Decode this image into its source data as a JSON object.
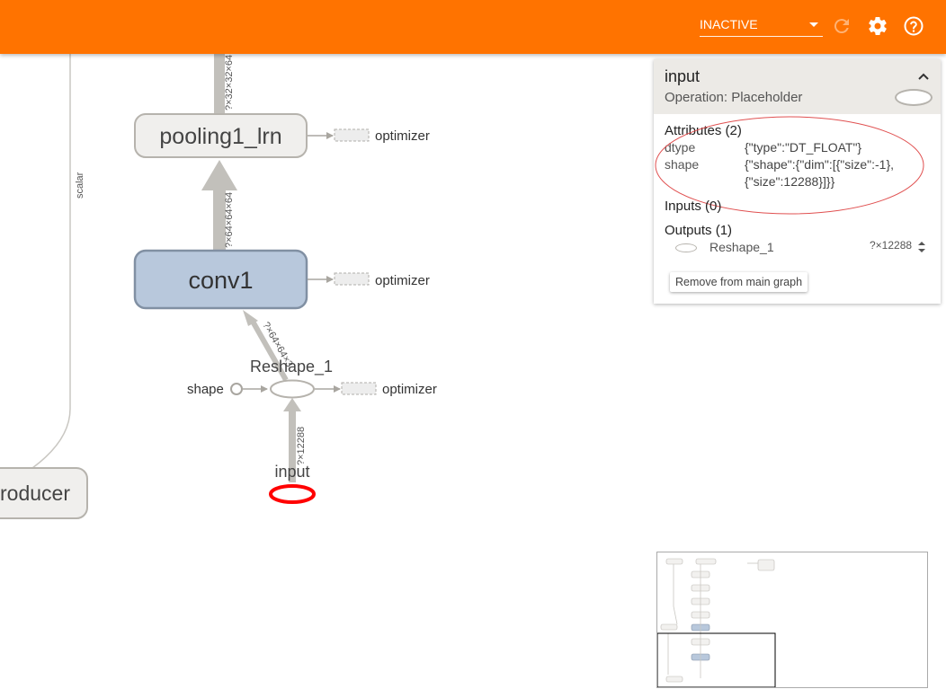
{
  "toolbar": {
    "run_select": "INACTIVE",
    "reload_icon": "refresh-icon",
    "settings_icon": "gear-icon",
    "help_icon": "help-icon"
  },
  "graph": {
    "nodes": {
      "pooling": "pooling1_lrn",
      "conv": "conv1",
      "reshape": "Reshape_1",
      "input": "input",
      "producer": "roducer",
      "shape": "shape"
    },
    "edges": {
      "top": "?×32×32×64",
      "pool_conv": "?×64×64×64",
      "conv_reshape": "?×64×64×3",
      "input_reshape": "?×12288",
      "scalar": "scalar"
    },
    "optimizer_label": "optimizer"
  },
  "info": {
    "title": "input",
    "subtitle": "Operation: Placeholder",
    "attributes_title": "Attributes (2)",
    "attrs": [
      {
        "key": "dtype",
        "value_lines": [
          "{\"type\":\"DT_FLOAT\"}"
        ]
      },
      {
        "key": "shape",
        "value_lines": [
          "{\"shape\":{\"dim\":[{\"size\":-1},",
          "{\"size\":12288}]}}"
        ]
      }
    ],
    "inputs_title": "Inputs (0)",
    "outputs_title": "Outputs (1)",
    "output": {
      "name": "Reshape_1",
      "shape": "?×12288"
    },
    "remove_button": "Remove from main graph"
  },
  "colors": {
    "brand": "#ff7300",
    "selected": "#ff0000",
    "conv_fill": "#b8c8dc",
    "node_fill": "#f0efed"
  }
}
